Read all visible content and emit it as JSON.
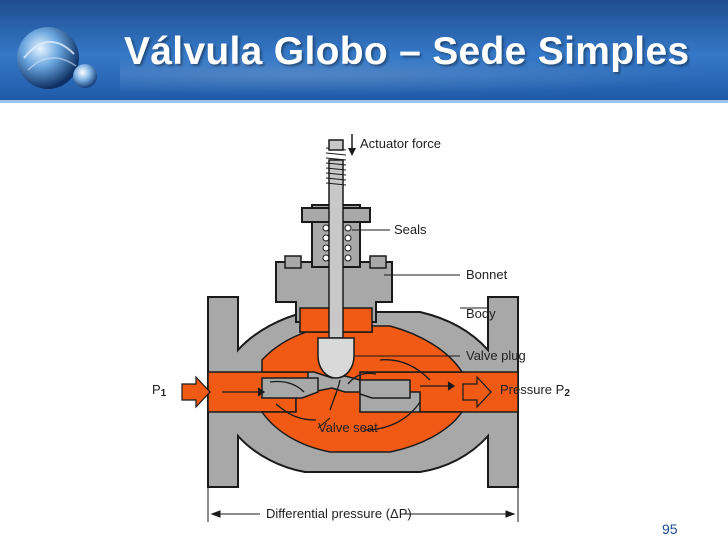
{
  "slide": {
    "title": "Válvula Globo – Sede Simples",
    "page_number": "95"
  },
  "diagram": {
    "labels": {
      "actuator_force": "Actuator force",
      "seals": "Seals",
      "bonnet": "Bonnet",
      "body": "Body",
      "valve_plug": "Valve plug",
      "valve_seat": "Valve seat",
      "p1": "P",
      "p1_sub": "1",
      "p2": "Pressure P",
      "p2_sub": "2",
      "differential_pressure": "Differential pressure (ΔP)"
    },
    "colors": {
      "fluid": "#f05a14",
      "metal": "#a8a8a8",
      "outline": "#1a1a1a",
      "stem": "#c8c8c8"
    }
  },
  "icons": {
    "logo": "globe-logo-icon"
  }
}
